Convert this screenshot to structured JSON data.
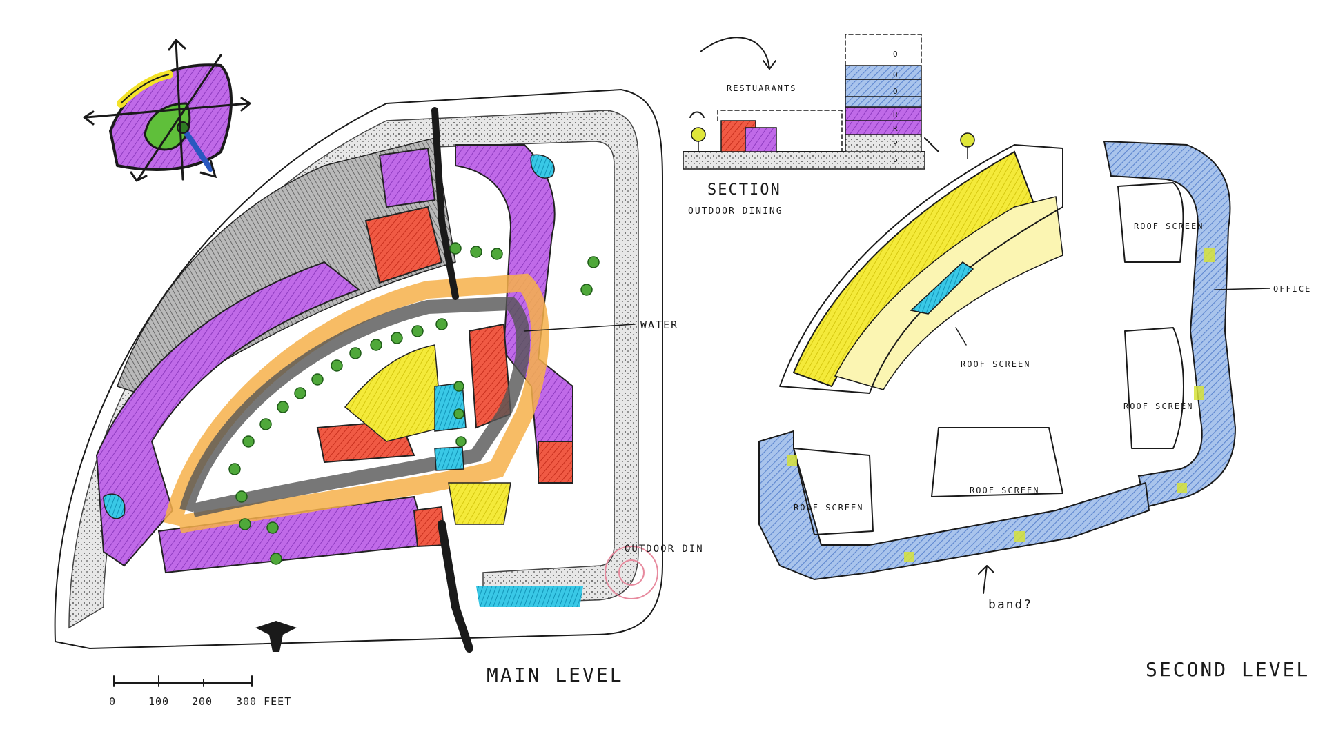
{
  "colors": {
    "purple": "#b45fe0",
    "purple_light": "#e3b6ee",
    "red": "#f0503a",
    "orange": "#f6b04a",
    "yellow": "#f2e62a",
    "green": "#3f9a2c",
    "cyan": "#2cc4e0",
    "blue": "#7fa6de",
    "grey": "#8a8a8a",
    "ink": "#1a1a1a"
  },
  "main_level": {
    "title": "MAIN LEVEL",
    "labels": {
      "water": "WATER",
      "outdoor_dining": "OUTDOOR DIN"
    },
    "scale_bar": {
      "ticks": [
        "0",
        "100",
        "200",
        "300 FEET"
      ]
    }
  },
  "section": {
    "title": "SECTION",
    "outdoor_dining": "OUTDOOR DINING",
    "restaurants": "RESTUARANTS",
    "stack_labels": [
      "O",
      "O",
      "O",
      "R",
      "R",
      "P",
      "P"
    ]
  },
  "second_level": {
    "title": "SECOND LEVEL",
    "labels": {
      "office": "OFFICE",
      "band": "band?"
    },
    "roof_screens": [
      "ROOF SCREEN",
      "ROOF SCREEN",
      "ROOF SCREEN",
      "ROOF SCREEN",
      "ROOF SCREEN"
    ]
  }
}
